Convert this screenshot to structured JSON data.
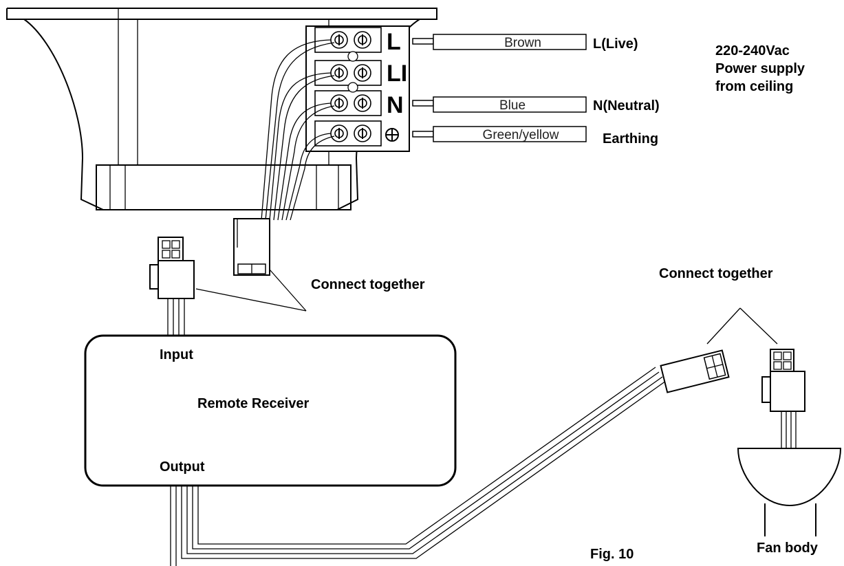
{
  "terminals": {
    "live": "L",
    "li": "LI",
    "neutral": "N"
  },
  "wires": {
    "brown": "Brown",
    "blue": "Blue",
    "green_yellow": "Green/yellow"
  },
  "labels": {
    "live": "L(Live)",
    "neutral": "N(Neutral)",
    "earthing": "Earthing",
    "supply_line1": "220-240Vac",
    "supply_line2": "Power supply",
    "supply_line3": "from ceiling",
    "connect_left": "Connect together",
    "connect_right": "Connect together",
    "input": "Input",
    "receiver": "Remote Receiver",
    "output": "Output",
    "figure": "Fig. 10",
    "fan_body": "Fan body"
  }
}
